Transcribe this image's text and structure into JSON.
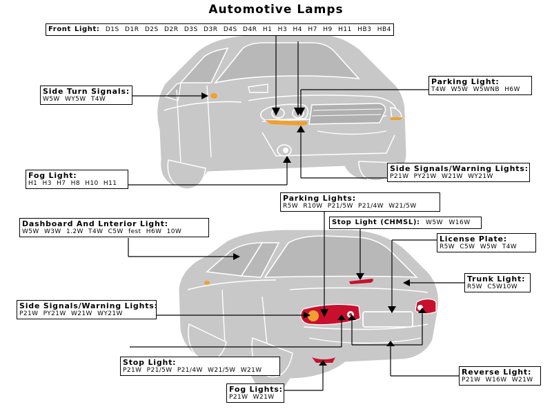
{
  "title": "Automotive Lamps",
  "front_light": {
    "label": "Front Light",
    "values": "D1S D1R D2S D2R D3S D3R D4S D4R H1 H3 H4 H7 H9 H11 HB3 HB4"
  },
  "side_turn_signals": {
    "label": "Side Turn Signals:",
    "values": "W5W WY5W T4W"
  },
  "parking_light": {
    "label": "Parking Light:",
    "values": "T4W W5W W5WNB H6W"
  },
  "fog_light_front": {
    "label": "Fog Light:",
    "values": "H1 H3 H7 H8 H10 H11"
  },
  "side_signals_front": {
    "label": "Side Signals/Warning Lights:",
    "values": "P21W PY21W W21W WY21W"
  },
  "parking_lights_rear": {
    "label": "Parking Lights:",
    "values": "R5W R10W P21/5W P21/4W W21/5W"
  },
  "dashboard": {
    "label": "Dashboard And Lnterior Light:",
    "values": "W5W W3W 1.2W T4W C5W fest H6W 10W"
  },
  "stop_light_chmsl": {
    "label": "Stop Light (CHMSL):",
    "values": "W5W W16W"
  },
  "license_plate": {
    "label": "License Plate:",
    "values": "R5W C5W W5W T4W"
  },
  "trunk_light": {
    "label": "Trunk Light:",
    "values": "R5W C5W10W"
  },
  "side_signals_rear": {
    "label": "Side Signals/Warning Lights:",
    "values": "P21W PY21W W21W WY21W"
  },
  "stop_light": {
    "label": "Stop Light:",
    "values": "P21W P21/5W P21/4W W21/5W W21W"
  },
  "reverse_light": {
    "label": "Reverse Light:",
    "values": "P21W W16W W21W"
  },
  "fog_lights_rear": {
    "label": "Fog Lights:",
    "values": "P21W W21W"
  },
  "colors": {
    "car_body": "#c8c8c8",
    "car_outline": "#ffffff",
    "lamp_amber": "#f0a030",
    "lamp_red": "#c8102e",
    "text": "#000000"
  }
}
